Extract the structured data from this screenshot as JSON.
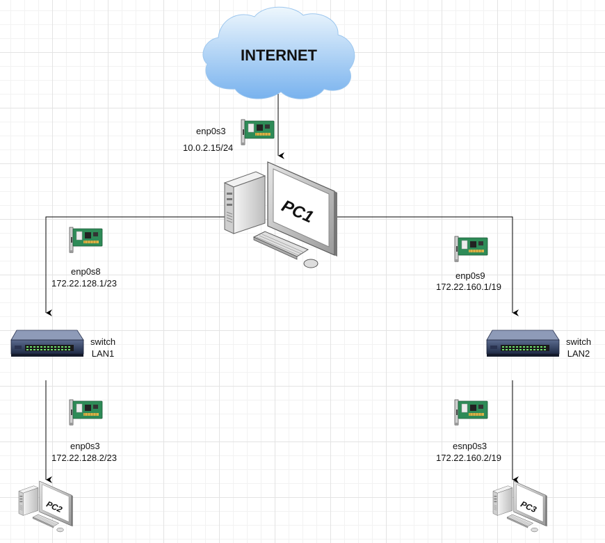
{
  "nodes": {
    "internet": {
      "label": "INTERNET"
    },
    "pc1": {
      "label": "PC1"
    },
    "pc2": {
      "label": "PC2"
    },
    "pc3": {
      "label": "PC3"
    },
    "switch1": {
      "kind": "switch",
      "name": "LAN1"
    },
    "switch2": {
      "kind": "switch",
      "name": "LAN2"
    }
  },
  "interfaces": {
    "pc1_wan": {
      "name": "enp0s3",
      "ip": "10.0.2.15/24"
    },
    "pc1_lan1": {
      "name": "enp0s8",
      "ip": "172.22.128.1/23"
    },
    "pc1_lan2": {
      "name": "enp0s9",
      "ip": "172.22.160.1/19"
    },
    "pc2": {
      "name": "enp0s3",
      "ip": "172.22.128.2/23"
    },
    "pc3": {
      "name": "esnp0s3",
      "ip": "172.22.160.2/19"
    }
  },
  "colors": {
    "line": "#000000",
    "cloud_light": "#dceefb",
    "cloud_dark": "#7db5ee",
    "nic_board": "#2e8b57"
  },
  "icons": [
    "cloud-icon",
    "desktop-computer-icon",
    "network-card-icon",
    "network-switch-icon"
  ]
}
